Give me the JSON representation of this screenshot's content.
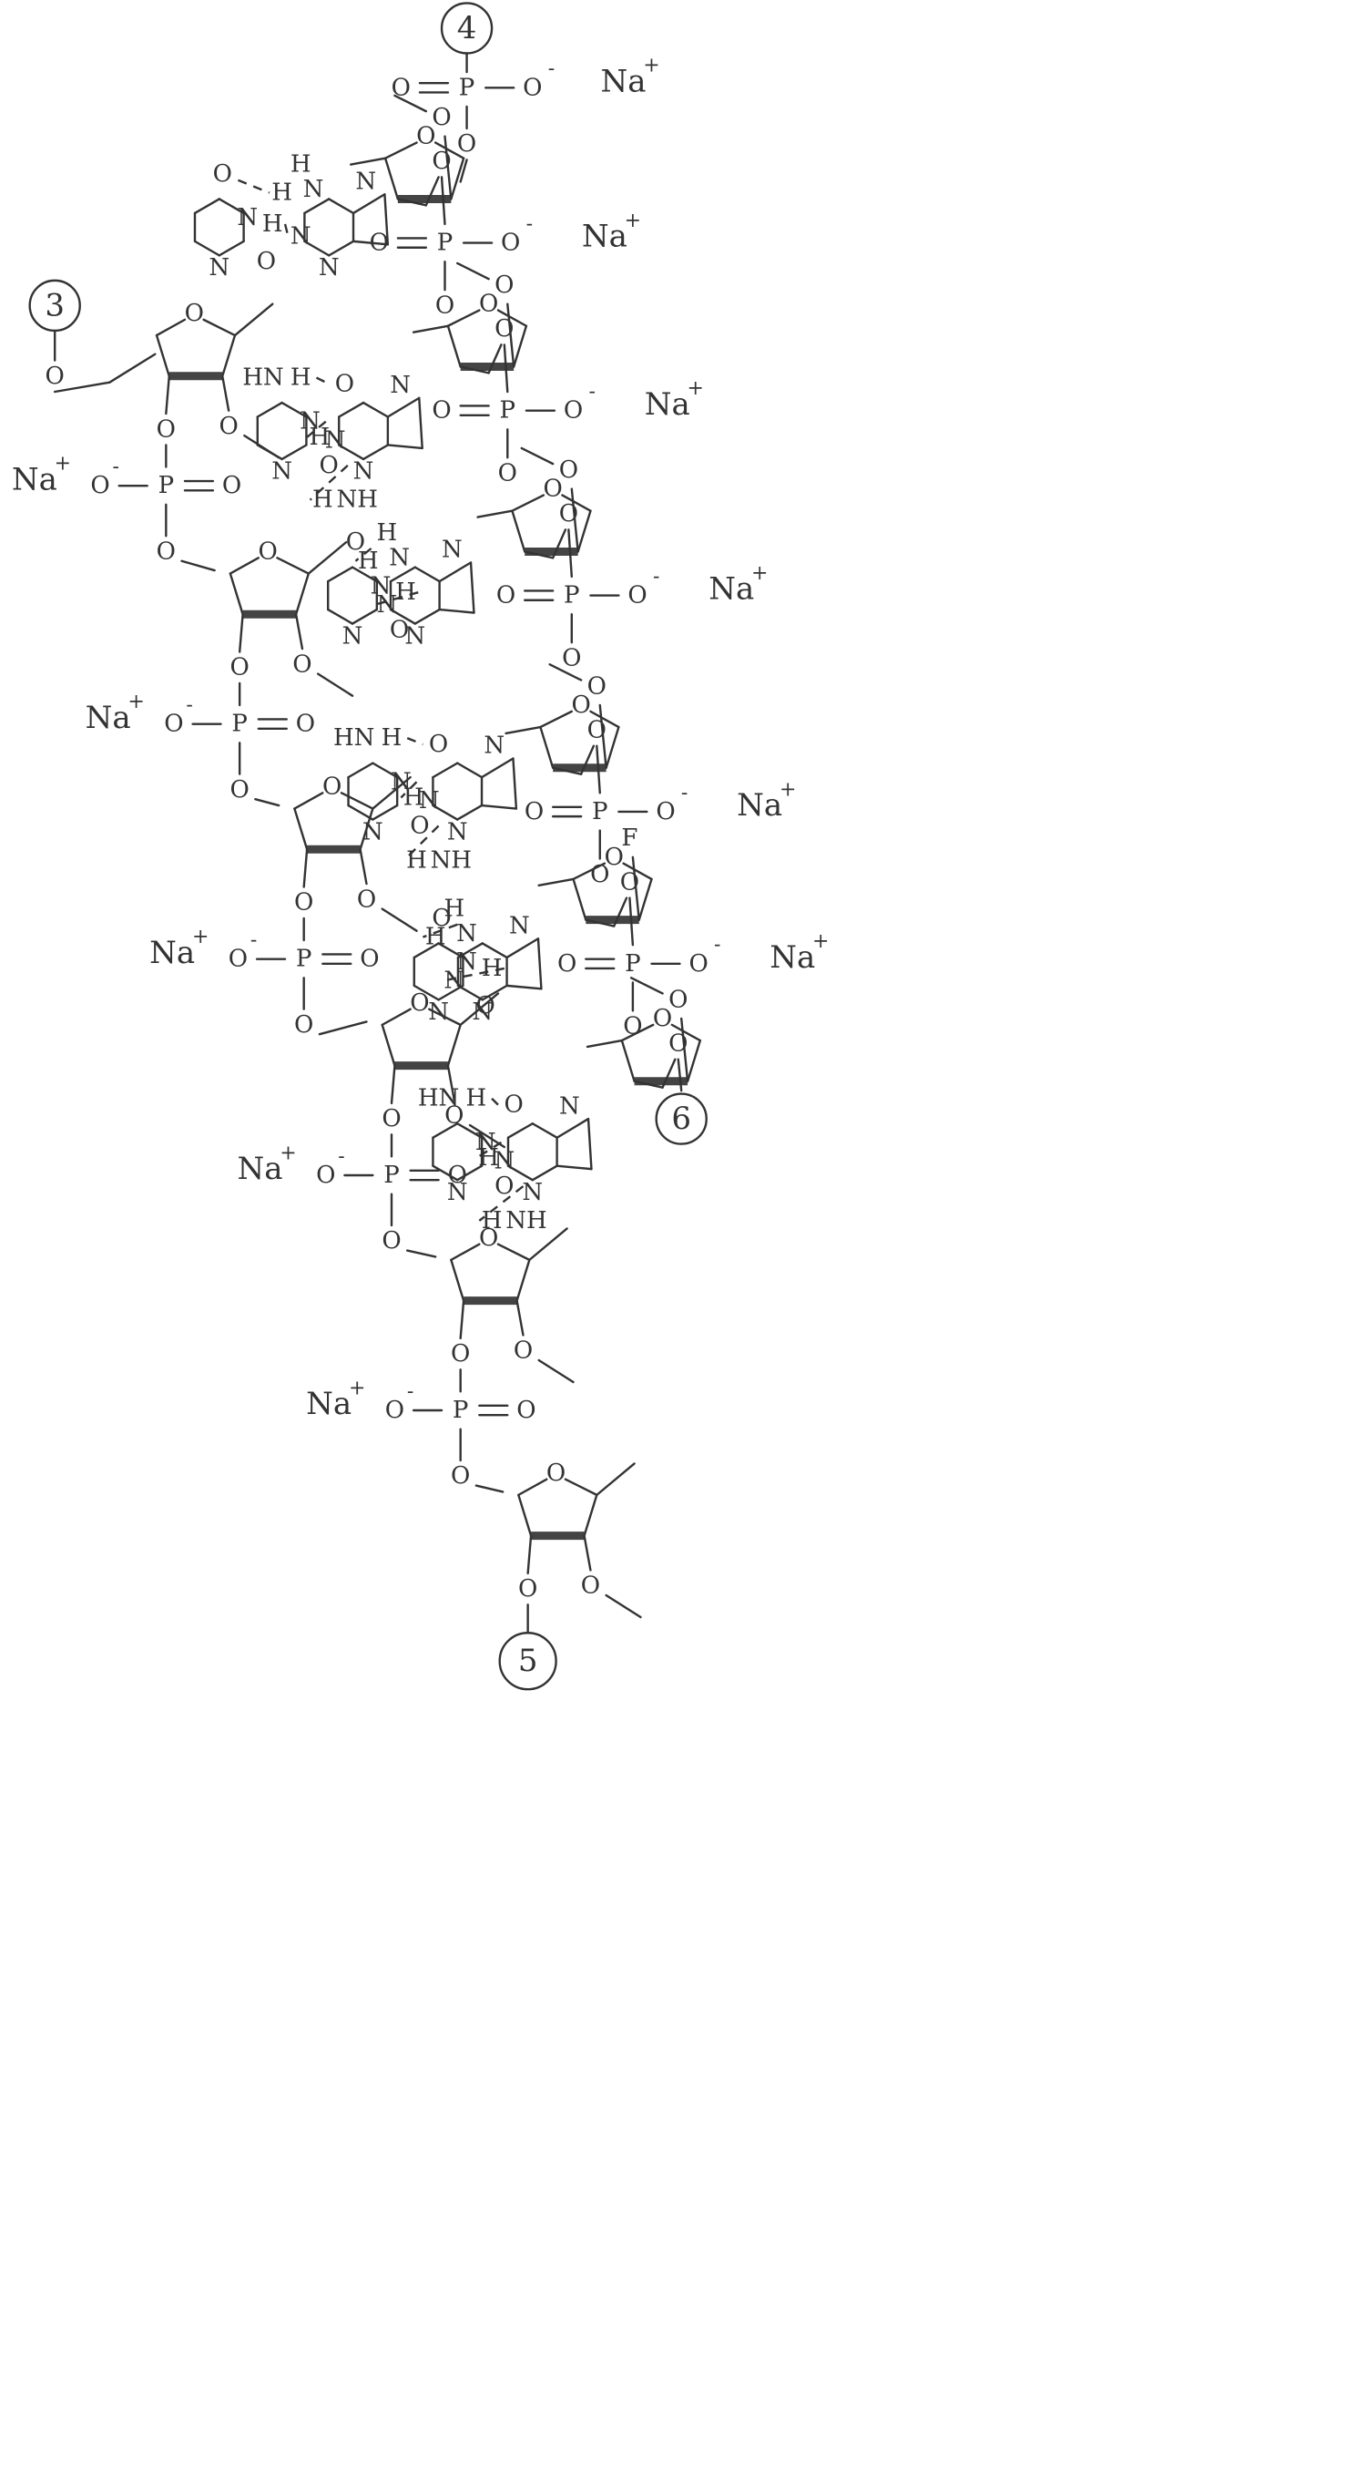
{
  "labels": {
    "O": "O",
    "N": "N",
    "P": "P",
    "H": "H",
    "F": "F",
    "NH": "NH",
    "HN": "HN",
    "Na": "Na",
    "minus": "-",
    "plus": "+"
  },
  "termini": [
    "3",
    "4",
    "5",
    "6"
  ],
  "colors": {
    "ink": "#333333",
    "background": "#ffffff"
  }
}
